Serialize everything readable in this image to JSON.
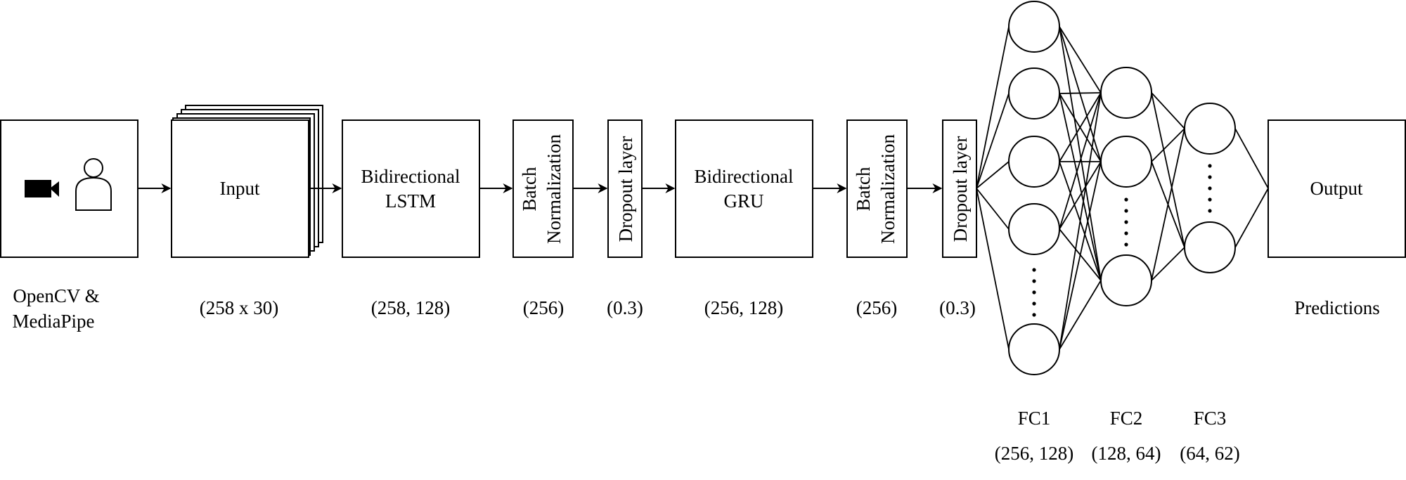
{
  "blocks": {
    "source": {
      "caption_line1": "OpenCV &",
      "caption_line2": "MediaPipe"
    },
    "input": {
      "label": "Input",
      "caption": "(258 x 30)"
    },
    "lstm": {
      "label_line1": "Bidirectional",
      "label_line2": "LSTM",
      "caption": "(258, 128)"
    },
    "bn1": {
      "label_line1": "Batch",
      "label_line2": "Normalization",
      "caption": "(256)"
    },
    "dropout1": {
      "label": "Dropout layer",
      "caption": "(0.3)"
    },
    "gru": {
      "label_line1": "Bidirectional",
      "label_line2": "GRU",
      "caption": "(256, 128)"
    },
    "bn2": {
      "label_line1": "Batch",
      "label_line2": "Normalization",
      "caption": "(256)"
    },
    "dropout2": {
      "label": "Dropout layer",
      "caption": "(0.3)"
    },
    "output": {
      "label": "Output",
      "caption": "Predictions"
    }
  },
  "dense": {
    "fc1": {
      "name": "FC1",
      "shape": "(256, 128)"
    },
    "fc2": {
      "name": "FC2",
      "shape": "(128, 64)"
    },
    "fc3": {
      "name": "FC3",
      "shape": "(64, 62)"
    }
  },
  "icons": [
    "video-camera-icon",
    "person-icon"
  ]
}
